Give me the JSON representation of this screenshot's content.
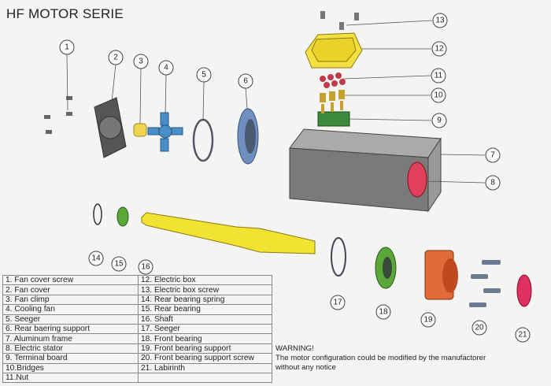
{
  "title": "HF MOTOR SERIE",
  "callouts": [
    "1",
    "2",
    "3",
    "4",
    "5",
    "6",
    "7",
    "8",
    "9",
    "10",
    "11",
    "12",
    "13",
    "14",
    "15",
    "16",
    "17",
    "18",
    "19",
    "20",
    "21"
  ],
  "legend": {
    "rows": [
      [
        "1.  Fan cover screw",
        "12. Electric box"
      ],
      [
        "2.  Fan cover",
        "13. Electric box screw"
      ],
      [
        "3.  Fan climp",
        "14. Rear bearing spring"
      ],
      [
        "4.  Cooling fan",
        "15. Rear bearing"
      ],
      [
        "5.  Seeger",
        "16. Shaft"
      ],
      [
        "6.  Rear baering support",
        "17. Seeger"
      ],
      [
        "7.  Aluminum frame",
        "18. Front bearing"
      ],
      [
        "8.  Electric stator",
        "19. Front bearing support"
      ],
      [
        "9.  Terminal board",
        "20. Front bearing support screw"
      ],
      [
        "10.Bridges",
        "21. Labirinth"
      ],
      [
        "11.Nut",
        ""
      ]
    ]
  },
  "warning": {
    "heading": "WARNING!",
    "line1": "The motor configuration could be modified by the manufactorer",
    "line2": "without any notice"
  },
  "colors": {
    "shaft": "#f2e232",
    "box": "#f3e040",
    "frame": "#8a8a8a",
    "stator": "#e0405a",
    "bearing_blue": "#6f8fc0",
    "bearing_green": "#5aa83a",
    "support": "#e06a3a"
  }
}
